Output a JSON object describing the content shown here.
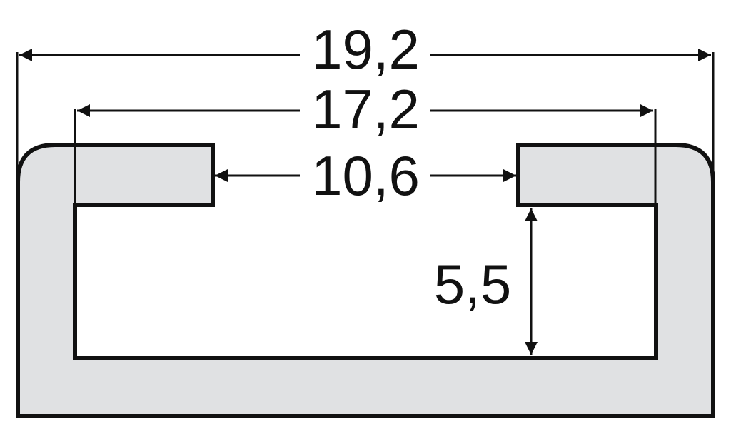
{
  "dimensions": {
    "overall_width": "19,2",
    "inner_opening_width": "17,2",
    "slot_width": "10,6",
    "inner_depth": "5,5"
  },
  "colors": {
    "profile_fill": "#e0e1e3",
    "stroke": "#111111",
    "background": "#ffffff"
  }
}
